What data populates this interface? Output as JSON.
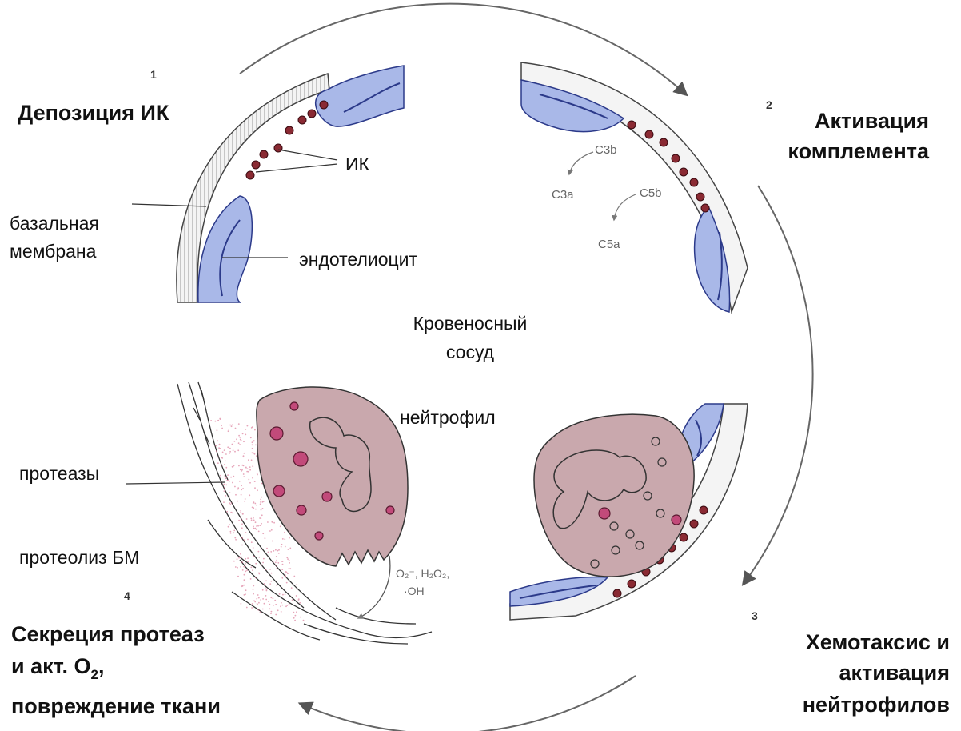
{
  "steps": [
    {
      "number": "1",
      "title": "Депозиция ИК"
    },
    {
      "number": "2",
      "title_line1": "Активация",
      "title_line2": "комплемента"
    },
    {
      "number": "3",
      "title_line1": "Хемотаксис и",
      "title_line2": "активация",
      "title_line3": "нейтрофилов"
    },
    {
      "number": "4",
      "title_line1": "Секреция протеаз",
      "title_line2_prefix": "и акт. O",
      "title_line2_sub": "2",
      "title_line2_suffix": ",",
      "title_line3": "повреждение ткани"
    }
  ],
  "labels": {
    "immune_complexes": "ИК",
    "basement_membrane_line1": "базальная",
    "basement_membrane_line2": "мембрана",
    "endothelial_cell": "эндотелиоцит",
    "vessel_line1": "Кровеносный",
    "vessel_line2": "сосуд",
    "neutrophil": "нейтрофил",
    "proteases": "протеазы",
    "proteolysis": "протеолиз БМ"
  },
  "complement": {
    "c3b": "C3b",
    "c3a": "C3a",
    "c5b": "C5b",
    "c5a": "C5a"
  },
  "radicals": {
    "line1": "O₂⁻, H₂O₂,",
    "line2": "·OH"
  },
  "colors": {
    "endothelium": "#a9b8e8",
    "endothelium_dark": "#2c3a8a",
    "neutrophil": "#c9a8ad",
    "immune_complex": "#8a2a33",
    "granule": "#c24a7a",
    "arrow": "#555555"
  }
}
